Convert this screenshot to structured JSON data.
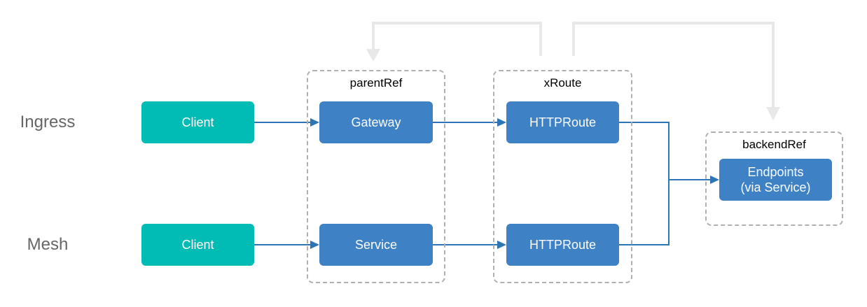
{
  "rows": {
    "ingress": "Ingress",
    "mesh": "Mesh"
  },
  "groups": {
    "parent_ref": {
      "label": "parentRef"
    },
    "x_route": {
      "label": "xRoute"
    },
    "backend_ref": {
      "label": "backendRef"
    }
  },
  "nodes": {
    "client_ingress": {
      "label": "Client"
    },
    "client_mesh": {
      "label": "Client"
    },
    "gateway": {
      "label": "Gateway"
    },
    "service": {
      "label": "Service"
    },
    "httproute_ingress": {
      "label": "HTTPRoute"
    },
    "httproute_mesh": {
      "label": "HTTPRoute"
    },
    "endpoints": {
      "label_line1": "Endpoints",
      "label_line2": "(via Service)"
    }
  },
  "edges": {
    "gray_arrow_to_parent_ref": "xRoute references parentRef (Gateway)",
    "gray_arrow_to_backend_ref": "xRoute references backendRef (Endpoints)",
    "blue_flow": "Client to Gateway/Service to HTTPRoute to Endpoints"
  },
  "colors": {
    "node_blue": "#3e81c5",
    "node_teal": "#00bcb4",
    "edge_blue": "#2e75b6",
    "edge_gray": "#e8e8e8",
    "group_border": "#b0b0b0",
    "row_label": "#666666",
    "group_label": "#000000",
    "canvas_bg": "#ffffff"
  }
}
